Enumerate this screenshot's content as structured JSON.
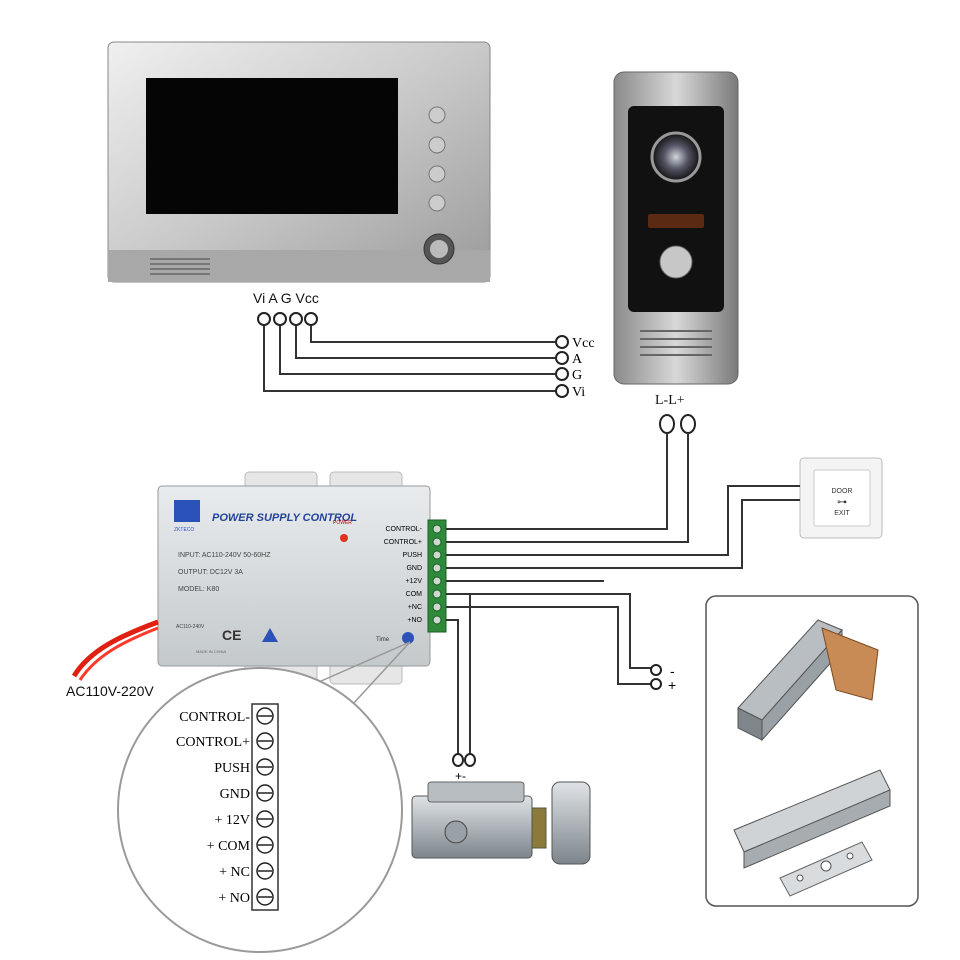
{
  "monitor": {
    "terminal_labels": "Vi A G Vcc"
  },
  "camera": {
    "terminal_labels": [
      "Vcc",
      "A",
      "G",
      "Vi"
    ],
    "lock_terminals_label": "L-L+"
  },
  "power_supply": {
    "brand": "ZKTECO",
    "title": "POWER SUPPLY CONTROL",
    "power_led_label": "POWER",
    "spec_input": "INPUT: AC110-240V 50-60HZ",
    "spec_output": "OUTPUT: DC12V 3A",
    "spec_model": "MODEL: K80",
    "ac_label": "AC110-240V",
    "made_in": "MADE IN CHINA",
    "time_label": "Time",
    "terminals": [
      "CONTROL-",
      "CONTROL+",
      "PUSH",
      "GND",
      "+12V",
      "COM",
      "+NC",
      "+NO"
    ],
    "cable_label": "AC110V-220V"
  },
  "zoom": {
    "terminals": [
      "CONTROL-",
      "CONTROL+",
      "PUSH",
      "GND",
      "+ 12V",
      "+ COM",
      "+ NC",
      "+ NO"
    ]
  },
  "exit_button": {
    "line1": "DOOR",
    "line2": "EXIT"
  },
  "maglock_terminals": {
    "minus": "-",
    "plus": "+"
  },
  "electric_lock": {
    "terminals_label": "+-"
  }
}
